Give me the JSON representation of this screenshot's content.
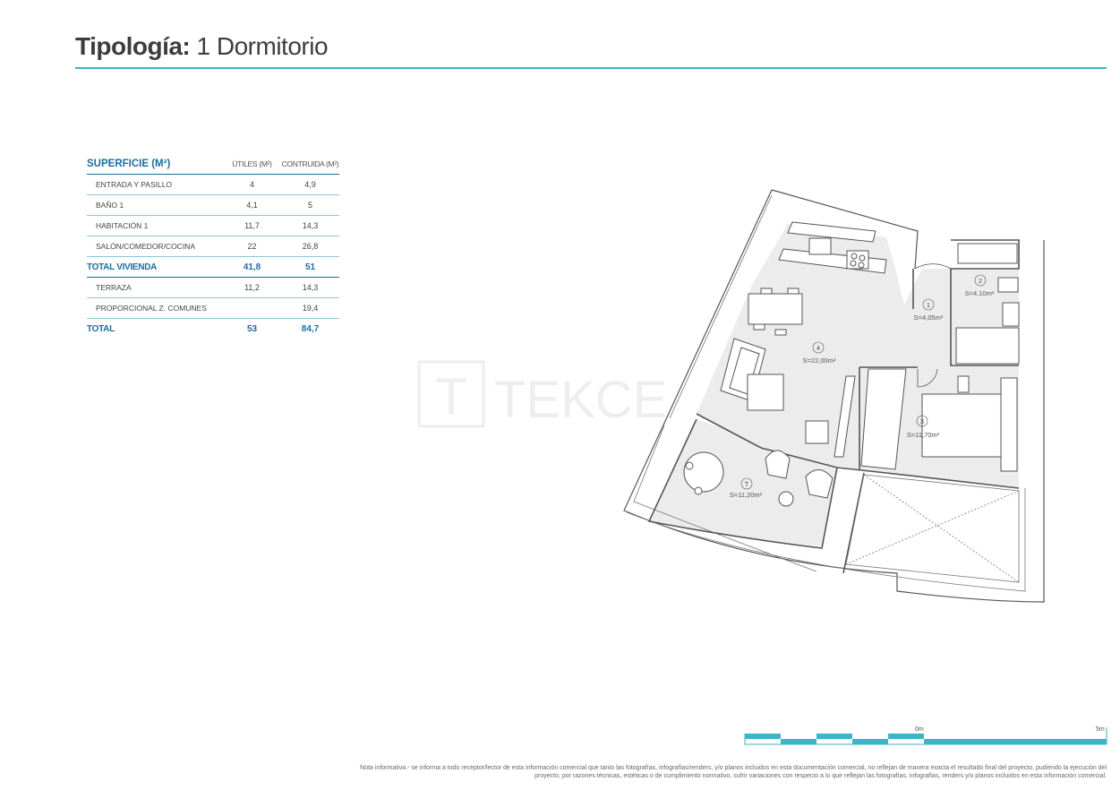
{
  "header": {
    "title_bold": "Tipología:",
    "title_light": "1 Dormitorio"
  },
  "area_table": {
    "title": "SUPERFICIE (M²)",
    "col_util": "ÚTILES (M²)",
    "col_built": "CONTRUIDA (M²)",
    "rows": [
      {
        "name": "ENTRADA Y PASILLO",
        "util": "4",
        "built": "4,9"
      },
      {
        "name": "BAÑO 1",
        "util": "4,1",
        "built": "5"
      },
      {
        "name": "HABITACIÓN 1",
        "util": "11,7",
        "built": "14,3"
      },
      {
        "name": "SALÓN/COMEDOR/COCINA",
        "util": "22",
        "built": "26,8"
      }
    ],
    "total_vivienda": {
      "name": "TOTAL VIVIENDA",
      "util": "41,8",
      "built": "51"
    },
    "extra_rows": [
      {
        "name": "TERRAZA",
        "util": "11,2",
        "built": "14,3"
      },
      {
        "name": "PROPORCIONAL Z. COMUNES",
        "util": "",
        "built": "19,4"
      }
    ],
    "total": {
      "name": "TOTAL",
      "util": "53",
      "built": "84,7"
    }
  },
  "plan": {
    "watermark": "TEKCE",
    "rooms": [
      {
        "num": "1",
        "area": "S=4,05m²"
      },
      {
        "num": "2",
        "area": "S=4,10m²"
      },
      {
        "num": "3",
        "area": "S=11,70m²"
      },
      {
        "num": "4",
        "area": "S=22,00m²"
      },
      {
        "num": "T",
        "area": "S=11,20m²"
      }
    ]
  },
  "scale": {
    "start": "0m",
    "end": "5m"
  },
  "note": "Nota informativa.- se informa a todo receptor/lector de esta información comercial que tanto las fotografías, infografías/renders, y/o planos incluidos en esta documentación comercial, no reflejan de manera exacta el resultado final del proyecto, pudiendo la ejecución del proyecto, por razones técnicas, estéticas o de cumplimiento normativo, sufrir variaciones con respecto a lo que reflejan las fotografías, infografías, renders y/o planos incluidos en esta información comercial.",
  "colors": {
    "accent": "#3fb3c8",
    "table_blue": "#1b6e9d",
    "floor": "#ececec",
    "wall": "#555555"
  }
}
